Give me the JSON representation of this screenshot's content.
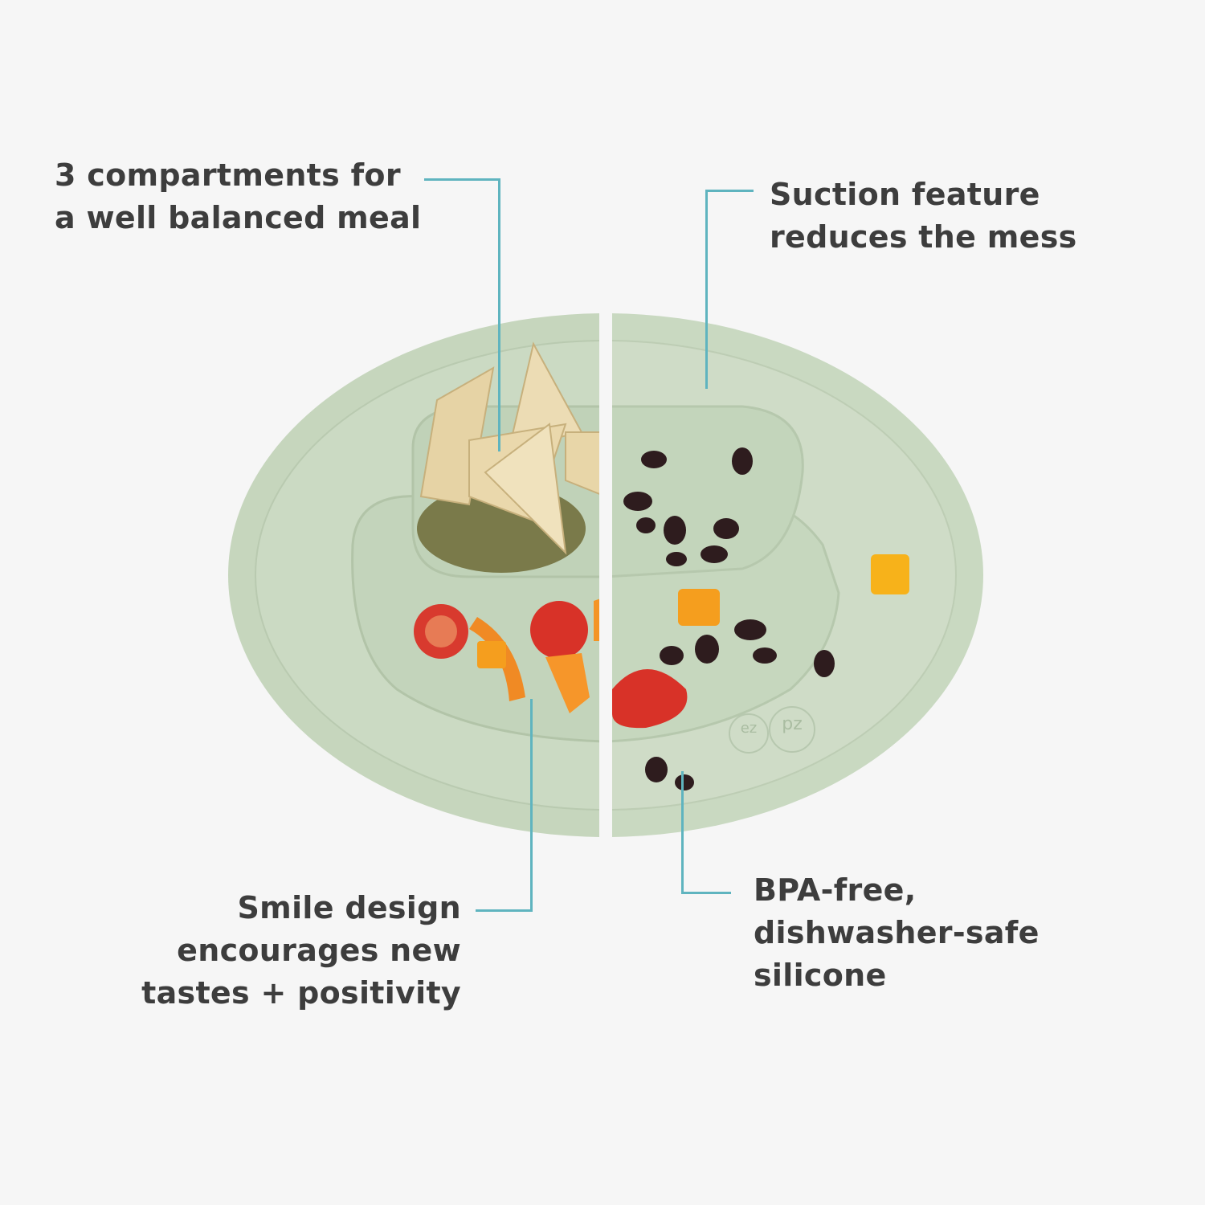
{
  "callouts": [
    {
      "id": "compartments",
      "lines": [
        "3 compartments for",
        "a well balanced meal"
      ]
    },
    {
      "id": "suction",
      "lines": [
        "Suction feature",
        "reduces the mess"
      ]
    },
    {
      "id": "smile",
      "lines": [
        "Smile design",
        "encourages new",
        "tastes + positivity"
      ]
    },
    {
      "id": "material",
      "lines": [
        "BPA-free,",
        "dishwasher-safe",
        "silicone"
      ]
    }
  ],
  "product": {
    "logo_left": "ez",
    "logo_right": "pz"
  },
  "colors": {
    "background": "#f6f6f6",
    "plate": "#c9d8c0",
    "leader_line": "#5fb4bf",
    "text": "#3d3d3d"
  }
}
